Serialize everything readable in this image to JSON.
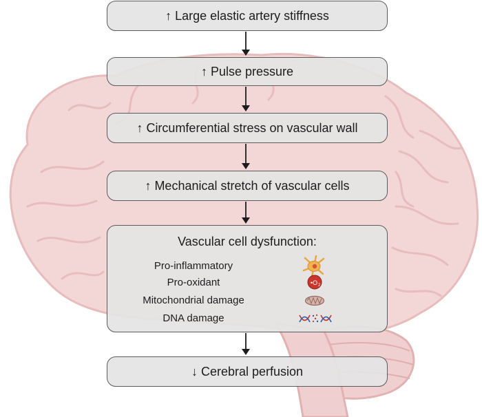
{
  "flow": {
    "steps": [
      "↑ Large elastic artery stiffness",
      "↑ Pulse pressure",
      "↑ Circumferential stress on vascular wall",
      "↑ Mechanical stretch of vascular cells"
    ],
    "dysfunction": {
      "title": "Vascular cell dysfunction:",
      "items": [
        {
          "label": "Pro-inflammatory",
          "icon": "activated-cell-icon"
        },
        {
          "label": "Pro-oxidant",
          "icon": "superoxide-icon"
        },
        {
          "label": "Mitochondrial damage",
          "icon": "mitochondrion-icon"
        },
        {
          "label": "DNA damage",
          "icon": "broken-dna-icon"
        }
      ]
    },
    "outcome": "↓ Cerebral perfusion"
  },
  "colors": {
    "brain": "#f3d6d6",
    "brain_stroke": "#e7bcbc",
    "box_fill": "#e4e4e4",
    "box_border": "#5a5a5a",
    "arrow": "#1c1c1c"
  }
}
